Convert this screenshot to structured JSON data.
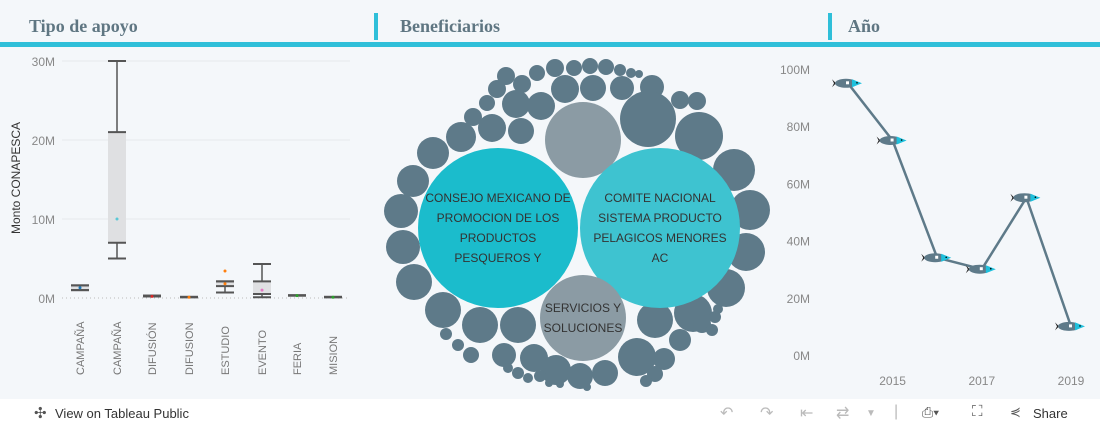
{
  "headers": {
    "tipo": "Tipo de apoyo",
    "beneficiarios": "Beneficiarios",
    "anio": "Año"
  },
  "box": {
    "ylabel": "Monto CONAPESCA",
    "yticks": [
      "30M",
      "20M",
      "10M",
      "0M"
    ],
    "ytick_values": [
      30,
      20,
      10,
      0
    ],
    "categories": [
      "CAMPAÑA",
      "CAMPAÑA",
      "DIFUSIÓN",
      "DIFUSION",
      "ESTUDIO",
      "EVENTO",
      "FERIA",
      "MISION"
    ],
    "stats": [
      [
        1.0,
        1.0,
        1.3,
        1.6,
        1.6
      ],
      [
        5,
        7,
        10,
        21,
        30
      ],
      [
        0.2,
        0.2,
        0.2,
        0.3,
        0.3
      ],
      [
        0.1,
        0.1,
        0.1,
        0.15,
        0.15
      ],
      [
        0.7,
        1.5,
        1.8,
        2.1,
        2.1
      ],
      [
        0.1,
        0.5,
        1.0,
        2.1,
        4.3
      ],
      [
        0.3,
        0.3,
        0.3,
        0.35,
        0.35
      ],
      [
        0.1,
        0.1,
        0.1,
        0.15,
        0.15
      ]
    ],
    "colors": [
      "#1f77b4",
      "#5bc8d6",
      "#d62728",
      "#ff7f0e",
      "#ff7f0e",
      "#e377c2",
      "#2ca02c",
      "#2ca02c"
    ]
  },
  "bubbles": {
    "labels": [
      "CONSEJO MEXICANO DE PROMOCION DE LOS PRODUCTOS PESQUEROS Y",
      "COMITE NACIONAL SISTEMA PRODUCTO PELAGICOS MENORES AC",
      "SERVICIOS Y SOLUCIONES"
    ],
    "colors": {
      "primary": "#1bbccc",
      "secondary": "#3ec3d0",
      "grey": "#8b9ba4",
      "small": "#5e7a89"
    }
  },
  "chart_data": {
    "type": "line",
    "title": "Año",
    "x": [
      2014,
      2015,
      2016,
      2017,
      2018,
      2019
    ],
    "values": [
      95,
      75,
      34,
      30,
      55,
      10
    ],
    "unit": "M",
    "yticks": [
      "100M",
      "80M",
      "60M",
      "40M",
      "20M",
      "0M"
    ],
    "ytick_values": [
      100,
      80,
      60,
      40,
      20,
      0
    ],
    "xticks": [
      "2015",
      "2017",
      "2019"
    ],
    "ylim": [
      0,
      100
    ]
  },
  "footer": {
    "view": "View on Tableau Public",
    "share": "Share"
  }
}
